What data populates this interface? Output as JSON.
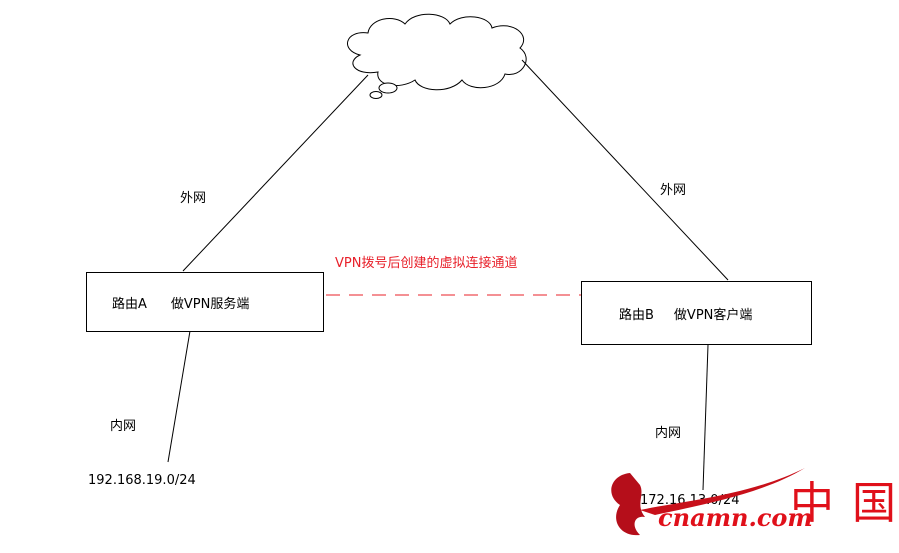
{
  "cloud_label": "",
  "wan_left": "外网",
  "wan_right": "外网",
  "tunnel_label": "VPN拨号后创建的虚拟连接通道",
  "router_a": {
    "name": "路由A",
    "role": "做VPN服务端"
  },
  "router_b": {
    "name": "路由B",
    "role": "做VPN客户端"
  },
  "lan_left": "内网",
  "lan_right": "内网",
  "subnet_left": "192.168.19.0/24",
  "subnet_right": "172.16.13.0/24",
  "watermark": {
    "text": "cnamn.com",
    "chinese": "中国"
  },
  "colors": {
    "tunnel": "#e8202a",
    "watermark": "#c8101a"
  }
}
